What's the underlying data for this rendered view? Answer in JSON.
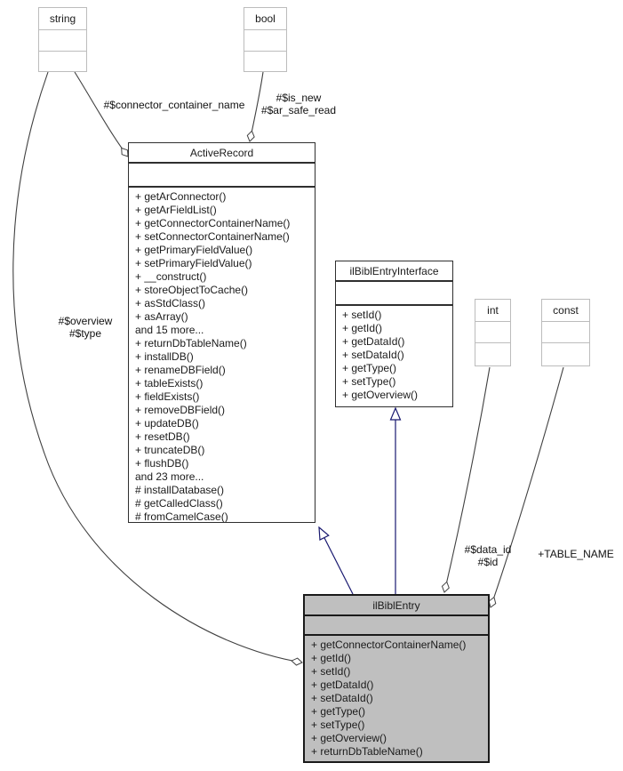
{
  "diagram": {
    "classes": {
      "string": {
        "name": "string"
      },
      "bool": {
        "name": "bool"
      },
      "int": {
        "name": "int"
      },
      "const": {
        "name": "const"
      },
      "active_record": {
        "name": "ActiveRecord",
        "methods": [
          "+ getArConnector()",
          "+ getArFieldList()",
          "+ getConnectorContainerName()",
          "+ setConnectorContainerName()",
          "+ getPrimaryFieldValue()",
          "+ setPrimaryFieldValue()",
          "+ __construct()",
          "+ storeObjectToCache()",
          "+ asStdClass()",
          "+ asArray()",
          "and 15 more...",
          "+ returnDbTableName()",
          "+ installDB()",
          "+ renameDBField()",
          "+ tableExists()",
          "+ fieldExists()",
          "+ removeDBField()",
          "+ updateDB()",
          "+ resetDB()",
          "+ truncateDB()",
          "+ flushDB()",
          "and 23 more...",
          "# installDatabase()",
          "# getCalledClass()",
          "# fromCamelCase()"
        ]
      },
      "ilbibl_entry_interface": {
        "name": "ilBiblEntryInterface",
        "methods": [
          "+ setId()",
          "+ getId()",
          "+ getDataId()",
          "+ setDataId()",
          "+ getType()",
          "+ setType()",
          "+ getOverview()"
        ]
      },
      "ilbibl_entry": {
        "name": "ilBiblEntry",
        "methods": [
          "+ getConnectorContainerName()",
          "+ getId()",
          "+ setId()",
          "+ getDataId()",
          "+ setDataId()",
          "+ getType()",
          "+ setType()",
          "+ getOverview()",
          "+ returnDbTableName()"
        ]
      }
    },
    "edge_labels": {
      "connector_container_name": "#$connector_container_name",
      "is_new": [
        "#$is_new",
        "#$ar_safe_read"
      ],
      "overview": [
        "#$overview",
        "#$type"
      ],
      "data_id": [
        "#$data_id",
        "#$id"
      ],
      "table_name": "+TABLE_NAME"
    },
    "colors": {
      "inheritance_edge": "#191970",
      "usage_edge": "#404040",
      "highlight_fill": "#bfbfbf",
      "plain_border": "#bcbcbc",
      "class_border": "#2f2f2f"
    }
  }
}
